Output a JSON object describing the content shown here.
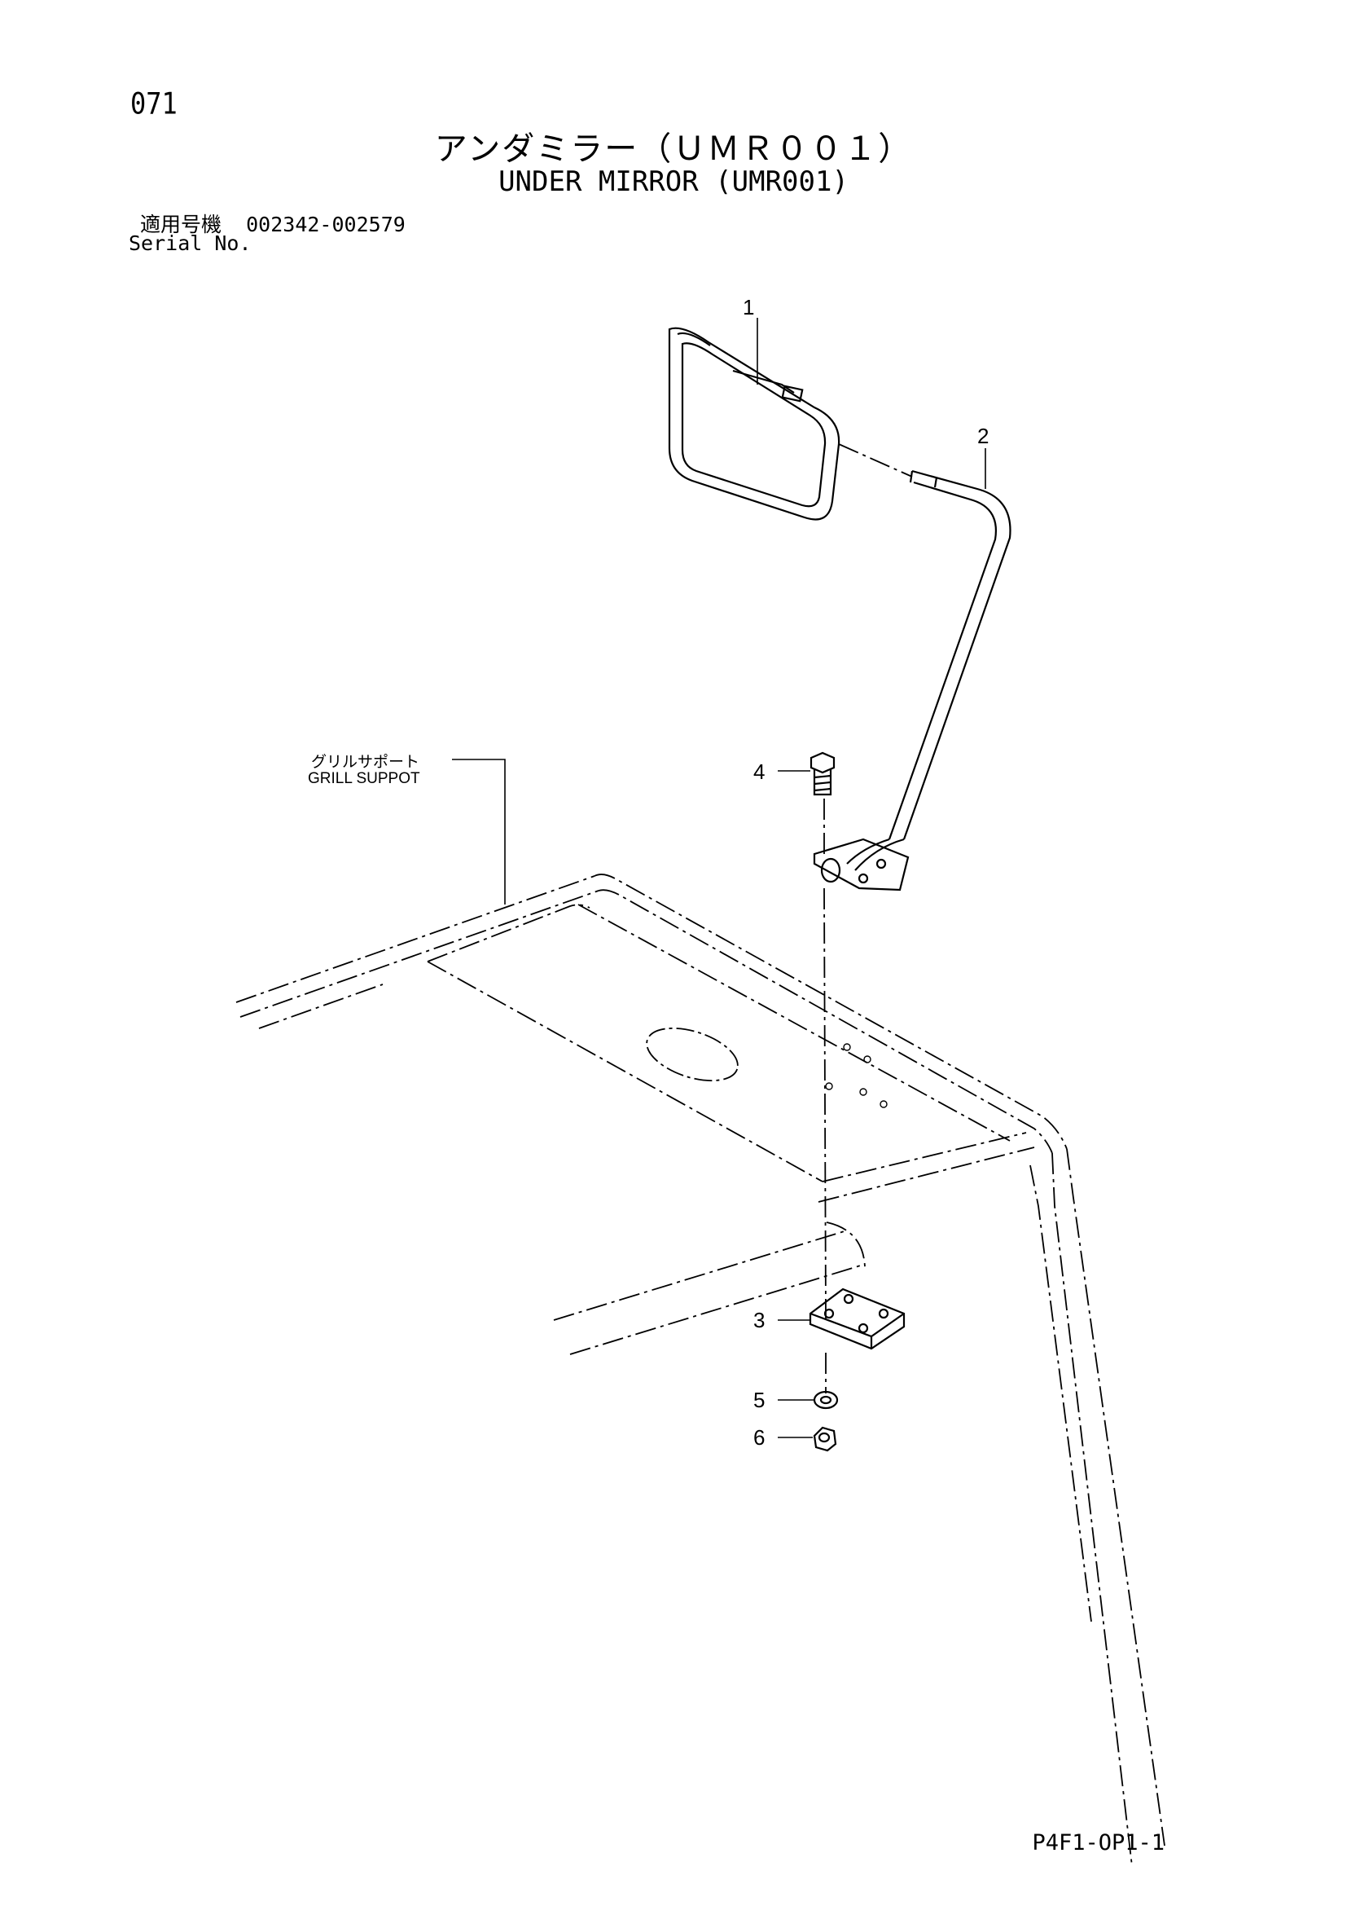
{
  "header": {
    "page_number": "071",
    "title_jp": "アンダミラー（ＵＭＲ００１）",
    "title_en": "UNDER MIRROR (UMR001)",
    "serial_jp_label": "適用号機",
    "serial_range": "002342-002579",
    "serial_en_label": "Serial No."
  },
  "diagram": {
    "callouts": [
      "1",
      "2",
      "3",
      "4",
      "5",
      "6"
    ],
    "part_label_jp": "グリルサポート",
    "part_label_en": "GRILL SUPPOT"
  },
  "footer": {
    "drawing_code": "P4F1-OP1-1"
  }
}
